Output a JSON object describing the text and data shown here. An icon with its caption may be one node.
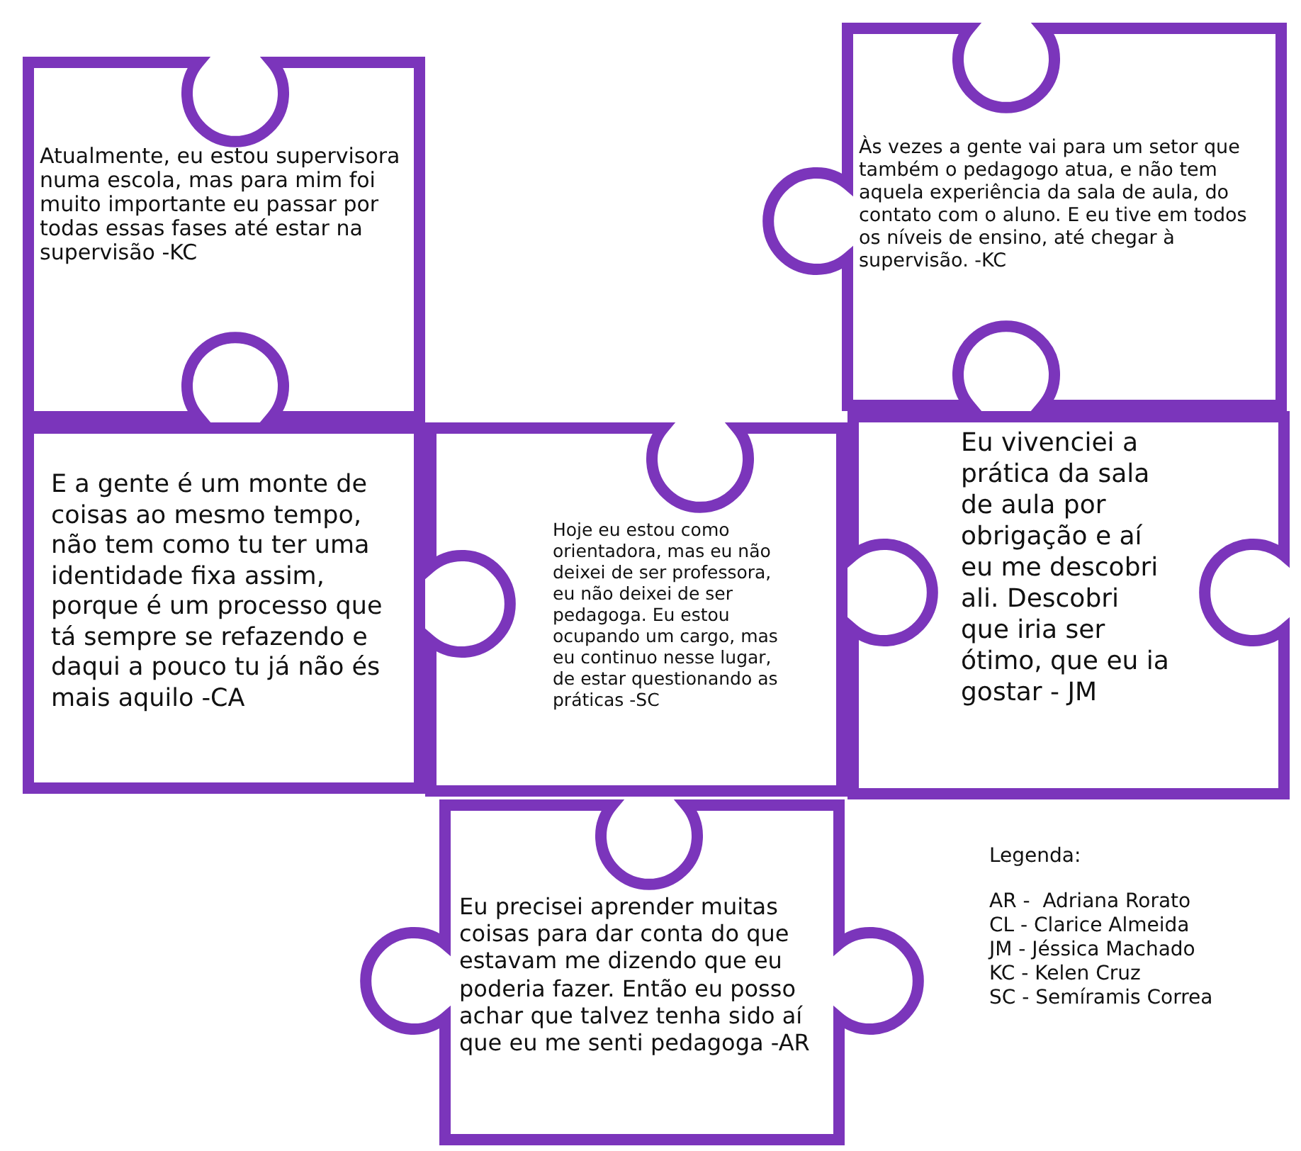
{
  "diagram": {
    "nodes": [
      {
        "text": [
          "Atualmente, eu estou supervisora numa escola, mas para mim foi muito importante eu passar por todas essas fases até estar na supervisão -KC"
        ]
      },
      {
        "text": [
          "Às vezes a gente vai para um setor que também o pedagogo atua, e não tem aquela experiência da sala de aula, do contato com o aluno. E eu tive em todos os níveis de ensino, até chegar à supervisão. -KC"
        ]
      },
      {
        "text": [
          "E a gente é um monte de coisas ao mesmo tempo, não tem como tu ter uma identidade fixa assim, porque é um processo que tá sempre se refazendo e daqui a pouco tu já não és mais aquilo -CA"
        ]
      },
      {
        "text": [
          "Hoje eu estou como orientadora, mas eu não deixei de ser professora, eu não deixei de ser pedagoga. Eu estou ocupando um cargo, mas eu continuo nesse lugar, de estar questionando as práticas -SC"
        ]
      },
      {
        "text": [
          "Eu vivenciei a prática da sala de aula por obrigação e aí eu me descobri ali. Descobri que iria ser ótimo, que eu ia gostar - JM"
        ]
      },
      {
        "text": [
          "Eu precisei aprender muitas coisas para dar conta do que estavam me dizendo que eu poderia fazer. Então eu posso achar que talvez tenha sido aí que eu me senti pedagoga -AR"
        ]
      }
    ],
    "labels": [
      "Legenda:",
      "AR -  Adriana Rorato",
      "CL - Clarice Almeida",
      "JM - Jéssica Machado",
      "KC - Kelen Cruz",
      "SC - Semíramis Correa"
    ]
  }
}
